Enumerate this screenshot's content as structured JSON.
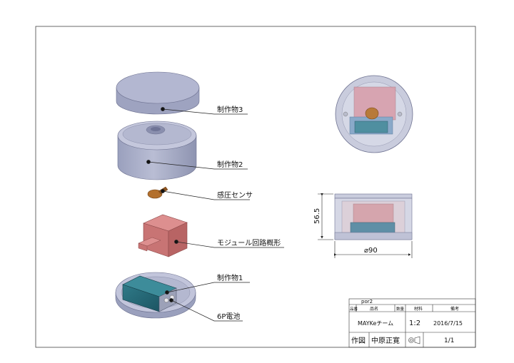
{
  "parts": {
    "top_lid": "制作物3",
    "body": "制作物2",
    "sensor": "感圧センサ",
    "module": "モジュール回路概形",
    "base": "制作物1",
    "battery": "6P電池"
  },
  "dimensions": {
    "height": "56.5",
    "diameter": "⌀90"
  },
  "title_block": {
    "part_id": "por2",
    "header_no": "品番",
    "header_name": "品名",
    "header_qty": "数量",
    "header_material": "材料",
    "header_remarks": "備考",
    "team": "MAYKeチーム",
    "scale": "1:2",
    "date": "2016/7/15",
    "drawn_label": "作図",
    "drawer": "中原正寛",
    "sheet": "1/1"
  }
}
